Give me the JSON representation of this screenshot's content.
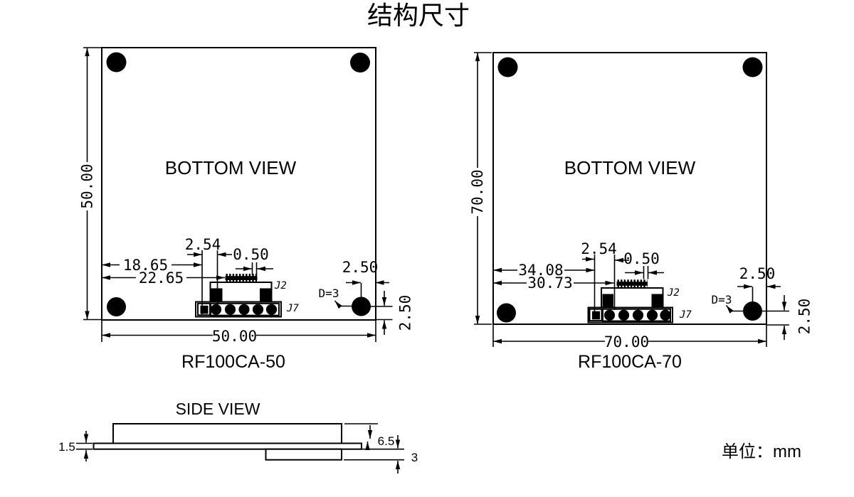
{
  "title": "结构尺寸",
  "unit_note": "单位：mm",
  "left_board": {
    "view_label": "BOTTOM VIEW",
    "model": "RF100CA-50",
    "dim_height": "50.00",
    "dim_width": "50.00",
    "dim_pitch": "2.54",
    "dim_pin": "0.50",
    "dim_offset_a": "18.65",
    "dim_offset_b": "22.65",
    "dim_hole_x": "2.50",
    "dim_hole_y": "2.50",
    "hole_diameter": "D=3",
    "label_j2": "J2",
    "label_j7": "J7"
  },
  "right_board": {
    "view_label": "BOTTOM VIEW",
    "model": "RF100CA-70",
    "dim_height": "70.00",
    "dim_width": "70.00",
    "dim_pitch": "2.54",
    "dim_pin": "0.50",
    "dim_offset_a": "34.08",
    "dim_offset_b": "30.73",
    "dim_hole_x": "2.50",
    "dim_hole_y": "2.50",
    "hole_diameter": "D=3",
    "label_j2": "J2",
    "label_j7": "J7"
  },
  "side_view": {
    "view_label": "SIDE VIEW",
    "dim_pcb_thickness": "1.5",
    "dim_module_height": "6.5",
    "dim_connector_height": "3"
  }
}
